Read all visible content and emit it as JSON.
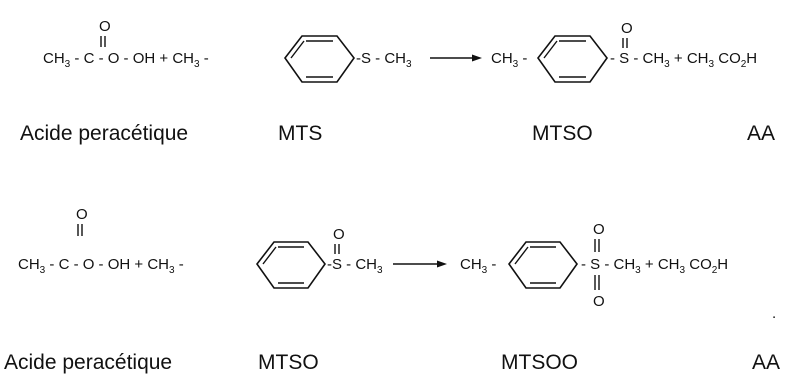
{
  "reaction_1": {
    "reactant_1": {
      "carbonyl_o": "O",
      "ch": "CH",
      "ch_sub": "3",
      "chain": " - C - O - OH + CH",
      "chain_sub": "3",
      "chain_end": " -"
    },
    "reactant_2": {
      "group": "-S - CH",
      "group_sub": "3"
    },
    "product_1": {
      "prefix": "CH",
      "prefix_sub": "3",
      "prefix_end": " -",
      "sulfoxide_o": "O",
      "tail": "- S - CH",
      "tail_sub": "3",
      "plus": " + CH",
      "plus_sub": "3",
      "acid": " CO",
      "acid_sub": "2",
      "acid_end": "H"
    },
    "labels": [
      "Acide peracétique",
      "MTS",
      "MTSO",
      "AA"
    ]
  },
  "reaction_2": {
    "reactant_1": {
      "carbonyl_o": "O",
      "ch": "CH",
      "ch_sub": "3",
      "chain": " - C - O - OH + CH",
      "chain_sub": "3",
      "chain_end": " -"
    },
    "reactant_2": {
      "sulfoxide_o": "O",
      "group": "-S - CH",
      "group_sub": "3"
    },
    "product_1": {
      "prefix": "CH",
      "prefix_sub": "3",
      "prefix_end": " -",
      "sulfone_o_top": "O",
      "sulfone_o_bottom": "O",
      "tail": "- S - CH",
      "tail_sub": "3",
      "plus": " + CH",
      "plus_sub": "3",
      "acid": " CO",
      "acid_sub": "2",
      "acid_end": "H"
    },
    "labels": [
      "Acide peracétique",
      "MTSO",
      "MTSOO",
      "AA"
    ]
  },
  "stray_mark": "."
}
